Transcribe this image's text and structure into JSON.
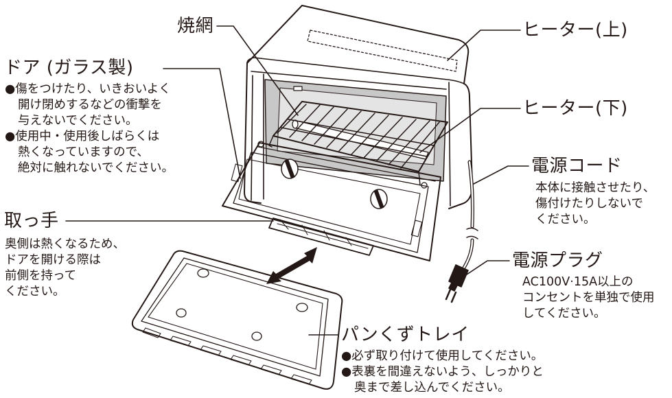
{
  "labels": {
    "yakiami": "焼網",
    "heater_top": "ヒーター(上)",
    "heater_bottom": "ヒーター(下)",
    "door": "ドア (ガラス製)",
    "handle": "取っ手",
    "cord": "電源コード",
    "plug": "電源プラグ",
    "tray": "パンくずトレイ"
  },
  "notes": {
    "door": [
      "●傷をつけたり、いきおいよく",
      "開け閉めするなどの衝撃を",
      "与えないでください。",
      "●使用中・使用後しばらくは",
      "熱くなっていますので、",
      "絶対に触れないでください。"
    ],
    "handle": [
      "奥側は熱くなるため、",
      "ドアを開ける際は",
      "前側を持って",
      "ください。"
    ],
    "cord": [
      "本体に接触させたり、",
      "傷付けたりしないで",
      "ください。"
    ],
    "plug": [
      "AC100V·15A以上の",
      "コンセントを単独で使用",
      "してください。"
    ],
    "tray": [
      "●必ず取り付けて使用してください。",
      "●表裏を間違えないよう、しっかりと",
      "奥まで差し込んでください。"
    ]
  },
  "colors": {
    "line": "#231815",
    "interior_gray": "#c8c8c8",
    "paper": "#ffffff"
  }
}
